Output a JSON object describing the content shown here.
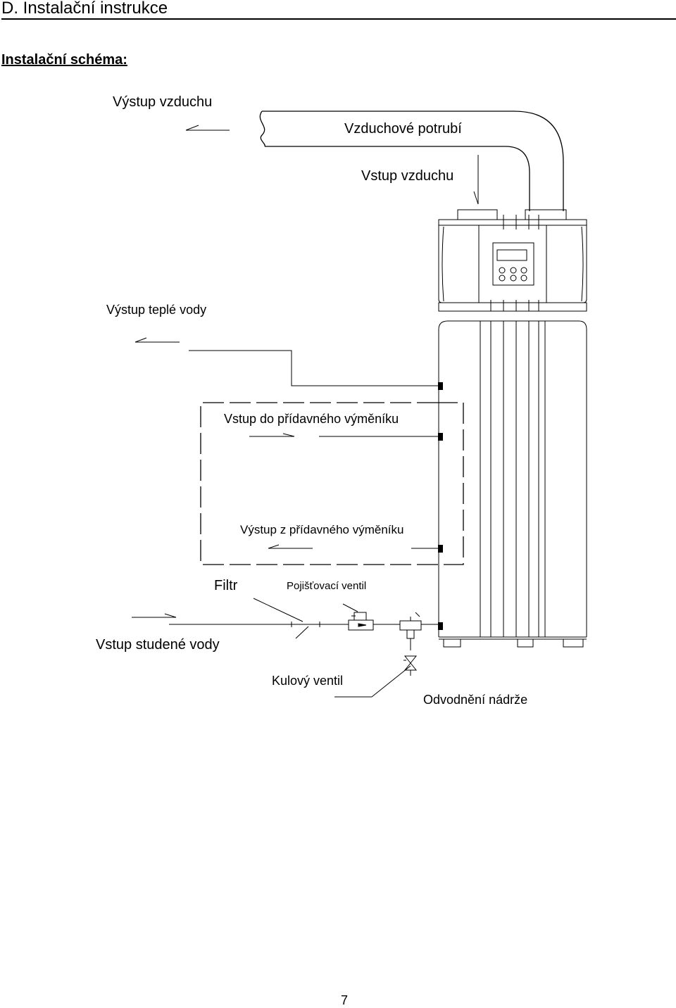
{
  "header": {
    "section_title": "D. Instalační instrukce",
    "subtitle": "Instalační schéma:"
  },
  "labels": {
    "air_outlet": "Výstup vzduchu",
    "air_duct": "Vzduchové potrubí",
    "air_inlet": "Vstup vzduchu",
    "hot_water_outlet": "Výstup teplé vody",
    "aux_exchanger_inlet": "Vstup do přídavného výměníku",
    "aux_exchanger_outlet": "Výstup z přídavného výměníku",
    "filter": "Filtr",
    "safety_valve": "Pojišťovací ventil",
    "cold_water_inlet": "Vstup studené vody",
    "ball_valve": "Kulový ventil",
    "tank_drain": "Odvodnění nádrže"
  },
  "footer": {
    "page_number": "7"
  }
}
